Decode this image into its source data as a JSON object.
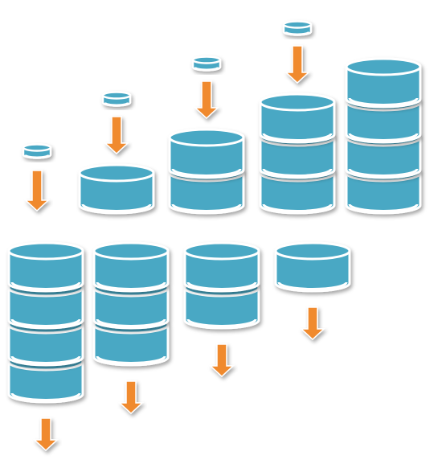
{
  "colors": {
    "disk_fill": "#4aa8c4",
    "disk_outline": "#ffffff",
    "disk_shadow": "#b9c3c8",
    "arrow_fill": "#f08a2e"
  },
  "icons": {
    "disk": "database-disk-icon",
    "arrow": "down-arrow-icon"
  },
  "top_row": {
    "stages": [
      {
        "id": "push-1",
        "stack_count": 0,
        "incoming": true
      },
      {
        "id": "push-2",
        "stack_count": 1,
        "incoming": true
      },
      {
        "id": "push-3",
        "stack_count": 2,
        "incoming": true
      },
      {
        "id": "push-4",
        "stack_count": 3,
        "incoming": true
      },
      {
        "id": "push-5",
        "stack_count": 4,
        "incoming": false
      }
    ]
  },
  "bottom_row": {
    "stages": [
      {
        "id": "pop-1",
        "stack_count": 4,
        "outgoing": true
      },
      {
        "id": "pop-2",
        "stack_count": 3,
        "outgoing": true
      },
      {
        "id": "pop-3",
        "stack_count": 2,
        "outgoing": true
      },
      {
        "id": "pop-4",
        "stack_count": 1,
        "outgoing": true
      }
    ]
  }
}
